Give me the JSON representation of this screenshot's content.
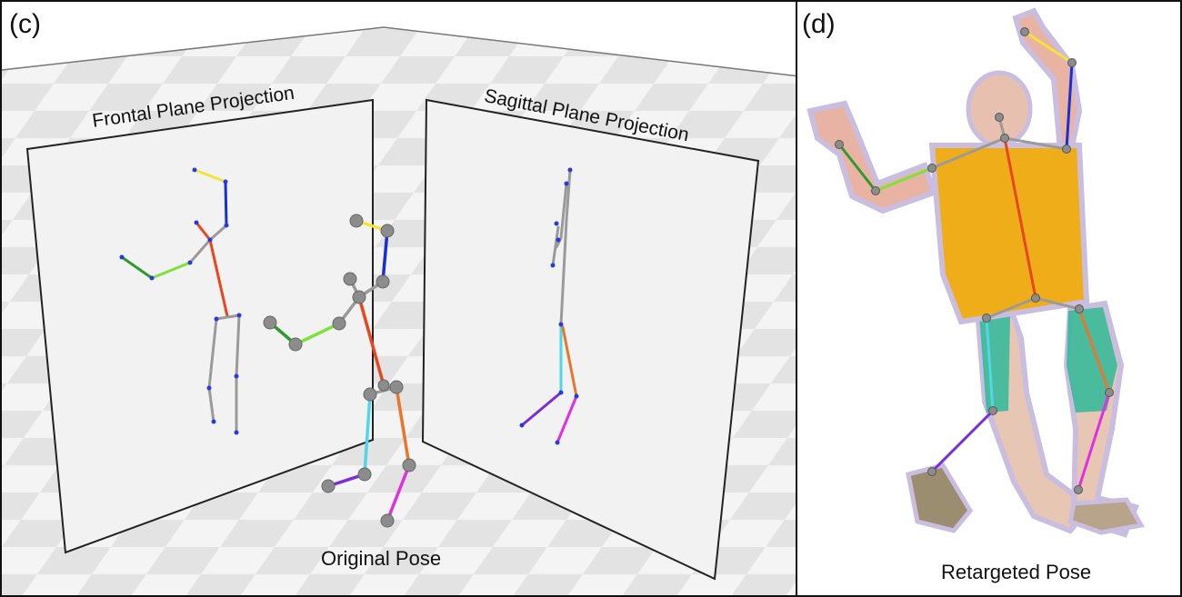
{
  "panel_c": {
    "label": "(c)",
    "frontal_title": "Frontal Plane Projection",
    "sagittal_title": "Sagittal Plane Projection",
    "caption": "Original Pose"
  },
  "panel_d": {
    "label": "(d)",
    "caption": "Retargeted Pose"
  },
  "colors": {
    "torso": "#e8461e",
    "upper_neck": "#9a9a9a",
    "left_hand": "#f4e33a",
    "left_forearm": "#1a2fd0",
    "right_hand": "#2e9a2e",
    "right_forearm": "#7de23a",
    "left_thigh": "#e8762e",
    "left_shin": "#e030e0",
    "right_thigh": "#4fd7e8",
    "right_shin": "#7a2ed8",
    "joint": "#8c8c8c",
    "body_fill": "#f0ad1a",
    "leg_fill": "#2fb89a"
  }
}
